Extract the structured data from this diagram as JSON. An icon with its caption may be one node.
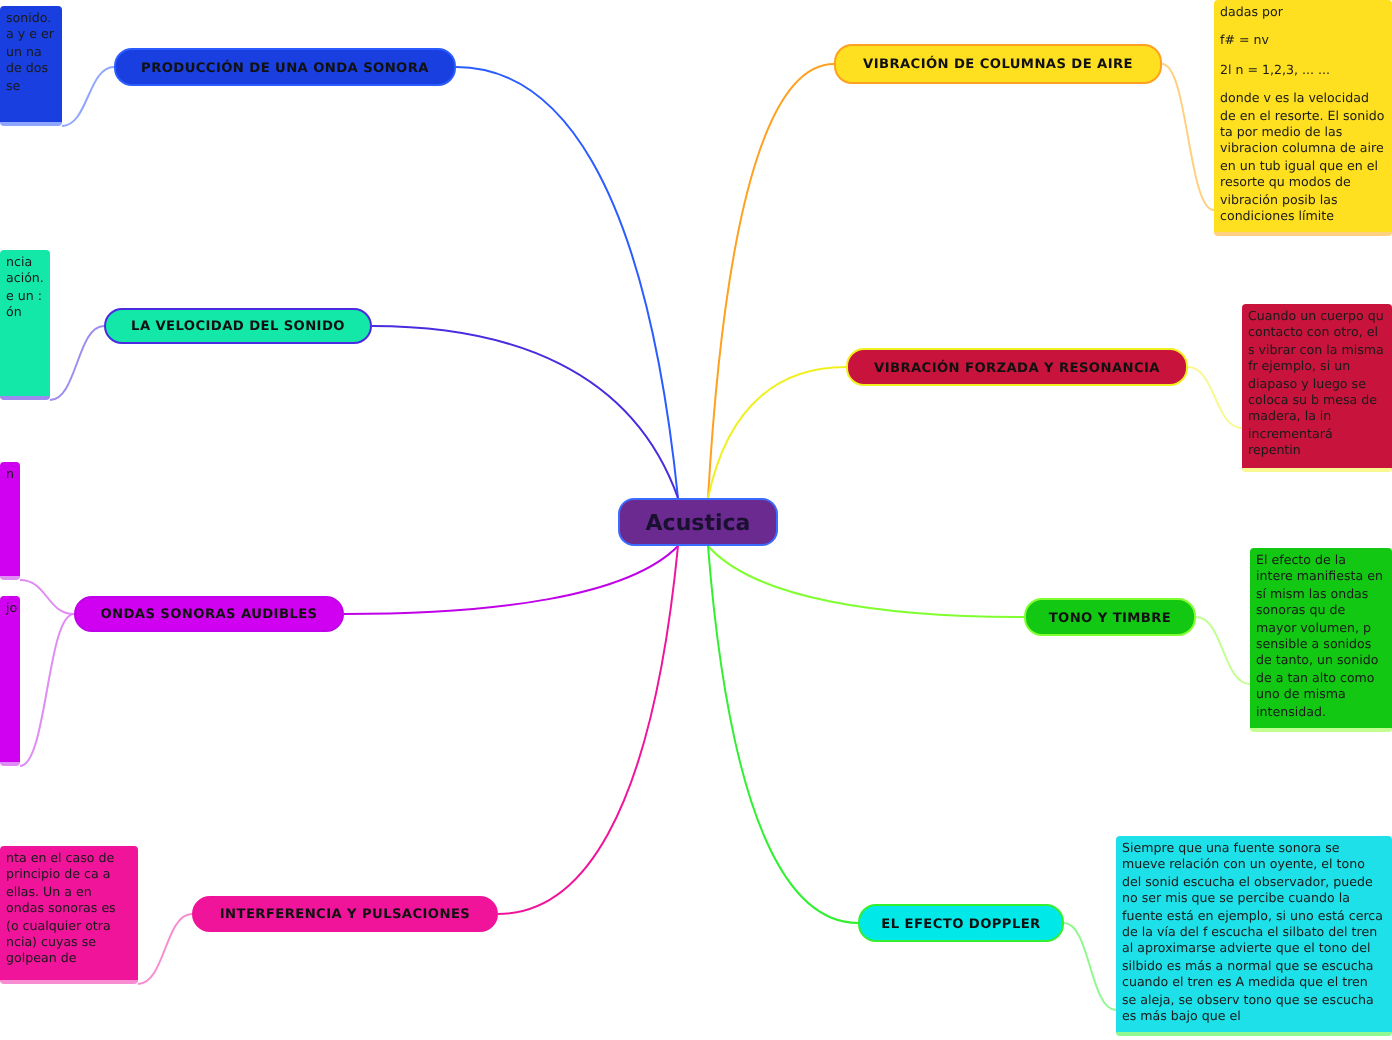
{
  "diagram": {
    "nodes": [
      {
        "text": [
          "Acustica"
        ]
      },
      {
        "text": [
          "PRODUCCIÓN DE UNA ONDA SONORA"
        ]
      },
      {
        "text": [
          "sonido. a y e er un na de dos se"
        ]
      },
      {
        "text": [
          "LA VELOCIDAD DEL SONIDO"
        ]
      },
      {
        "text": [
          "ncia ación. e un : ón"
        ]
      },
      {
        "text": [
          "ONDAS SONORAS AUDIBLES"
        ]
      },
      {
        "text": [
          "n"
        ]
      },
      {
        "text": [
          "jo"
        ]
      },
      {
        "text": [
          "INTERFERENCIA Y PULSACIONES"
        ]
      },
      {
        "text": [
          "nta en el caso de principio de ca a ellas. Un a en ondas sonoras es (o cualquier otra ncia) cuyas se golpean de"
        ]
      },
      {
        "text": [
          "VIBRACIÓN DE COLUMNAS DE AIRE"
        ]
      },
      {
        "text": [
          "dadas por",
          "f# = nv",
          "2l n = 1,2,3, ... ...",
          "donde v es la velocidad de en el resorte. El sonido ta por medio de las vibracion columna de aire en un tub igual que en el resorte qu modos de vibración posib las condiciones límite"
        ]
      },
      {
        "text": [
          "VIBRACIÓN FORZADA Y RESONANCIA"
        ]
      },
      {
        "text": [
          "Cuando un cuerpo qu contacto con otro, el s vibrar con la misma fr ejemplo, si un diapaso y luego se coloca su b mesa de madera, la in incrementará repentin"
        ]
      },
      {
        "text": [
          "TONO Y TIMBRE"
        ]
      },
      {
        "text": [
          "El efecto de la intere manifiesta en sí mism las ondas sonoras qu de mayor volumen, p sensible a sonidos de tanto, un sonido de a tan alto como uno de misma intensidad."
        ]
      },
      {
        "text": [
          "EL EFECTO DOPPLER"
        ]
      },
      {
        "text": [
          "Siempre que una fuente sonora se mueve relación con un oyente, el tono del sonid escucha el observador, puede no ser mis que se percibe cuando la fuente está en ejemplo, si uno está cerca de la vía del f escucha el silbato del tren al aproximarse advierte que el tono del silbido es más a normal que se escucha cuando el tren es A medida que el tren se aleja, se observ tono que se escucha es más bajo que el"
        ]
      }
    ],
    "edges": [
      {
        "from": 0,
        "to": 1,
        "arrow": "none",
        "color": "#2a5cff"
      },
      {
        "from": 1,
        "to": 2,
        "arrow": "none",
        "color": "#8fa6ff"
      },
      {
        "from": 0,
        "to": 3,
        "arrow": "none",
        "color": "#4b2be0"
      },
      {
        "from": 3,
        "to": 4,
        "arrow": "none",
        "color": "#9f8cf0"
      },
      {
        "from": 0,
        "to": 5,
        "arrow": "none",
        "color": "#c000e8"
      },
      {
        "from": 5,
        "to": 6,
        "arrow": "none",
        "color": "#e08cf5"
      },
      {
        "from": 5,
        "to": 7,
        "arrow": "none",
        "color": "#e08cf5"
      },
      {
        "from": 0,
        "to": 8,
        "arrow": "none",
        "color": "#f0149a"
      },
      {
        "from": 8,
        "to": 9,
        "arrow": "none",
        "color": "#f88cd0"
      },
      {
        "from": 0,
        "to": 10,
        "arrow": "none",
        "color": "#ffa020"
      },
      {
        "from": 10,
        "to": 11,
        "arrow": "none",
        "color": "#ffd080"
      },
      {
        "from": 0,
        "to": 12,
        "arrow": "none",
        "color": "#f0f020"
      },
      {
        "from": 12,
        "to": 13,
        "arrow": "none",
        "color": "#f8f890"
      },
      {
        "from": 0,
        "to": 14,
        "arrow": "none",
        "color": "#80ff30"
      },
      {
        "from": 14,
        "to": 15,
        "arrow": "none",
        "color": "#c0ff90"
      },
      {
        "from": 0,
        "to": 16,
        "arrow": "none",
        "color": "#30f030"
      },
      {
        "from": 16,
        "to": 17,
        "arrow": "none",
        "color": "#90f890"
      }
    ]
  }
}
